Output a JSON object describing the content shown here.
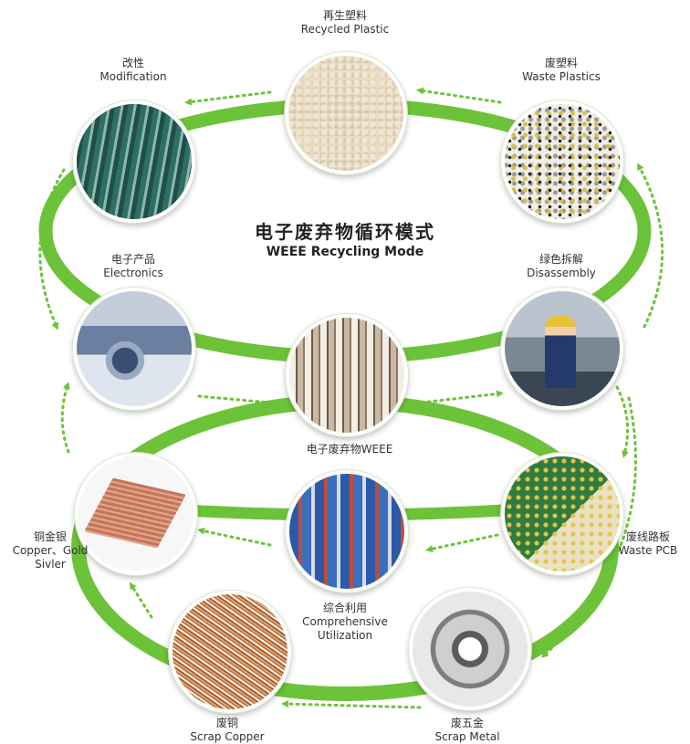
{
  "title": {
    "cn": "电子废弃物循环模式",
    "en": "WEEE Recycling Mode"
  },
  "colors": {
    "ring": "#6cc33a",
    "arrow": "#6cc33a",
    "node_border": "#ffffff"
  },
  "nodes": {
    "recycled_plastic": {
      "cn": "再生塑料",
      "en": "Recycled Plastic",
      "picture": "plastic-pellets"
    },
    "waste_plastics": {
      "cn": "废塑料",
      "en": "Waste Plastics",
      "picture": "plastic-flakes"
    },
    "modification": {
      "cn": "改性",
      "en": "Modification",
      "picture": "production-line"
    },
    "electronics": {
      "cn": "电子产品",
      "en": "Electronics",
      "picture": "tv-washer-appliances"
    },
    "weee": {
      "cn": "电子废弃物WEEE",
      "picture": "stacked-appliances"
    },
    "disassembly": {
      "cn": "绿色拆解",
      "en": "Disassembly",
      "picture": "worker-at-station"
    },
    "copper_gold_silver": {
      "cn": "铜金银",
      "en_line1": "Copper、Gold",
      "en_line2": "Sivler",
      "picture": "copper-sheets"
    },
    "comprehensive": {
      "cn": "综合利用",
      "en_line1": "Comprehensive",
      "en_line2": "Utilization",
      "picture": "plant-equipment"
    },
    "waste_pcb": {
      "cn": "废线路板",
      "en": "Waste PCB",
      "picture": "circuit-board"
    },
    "scrap_copper": {
      "cn": "废铜",
      "en": "Scrap Copper",
      "picture": "copper-wire"
    },
    "scrap_metal": {
      "cn": "废五金",
      "en": "Scrap Metal",
      "picture": "motor-part"
    }
  }
}
